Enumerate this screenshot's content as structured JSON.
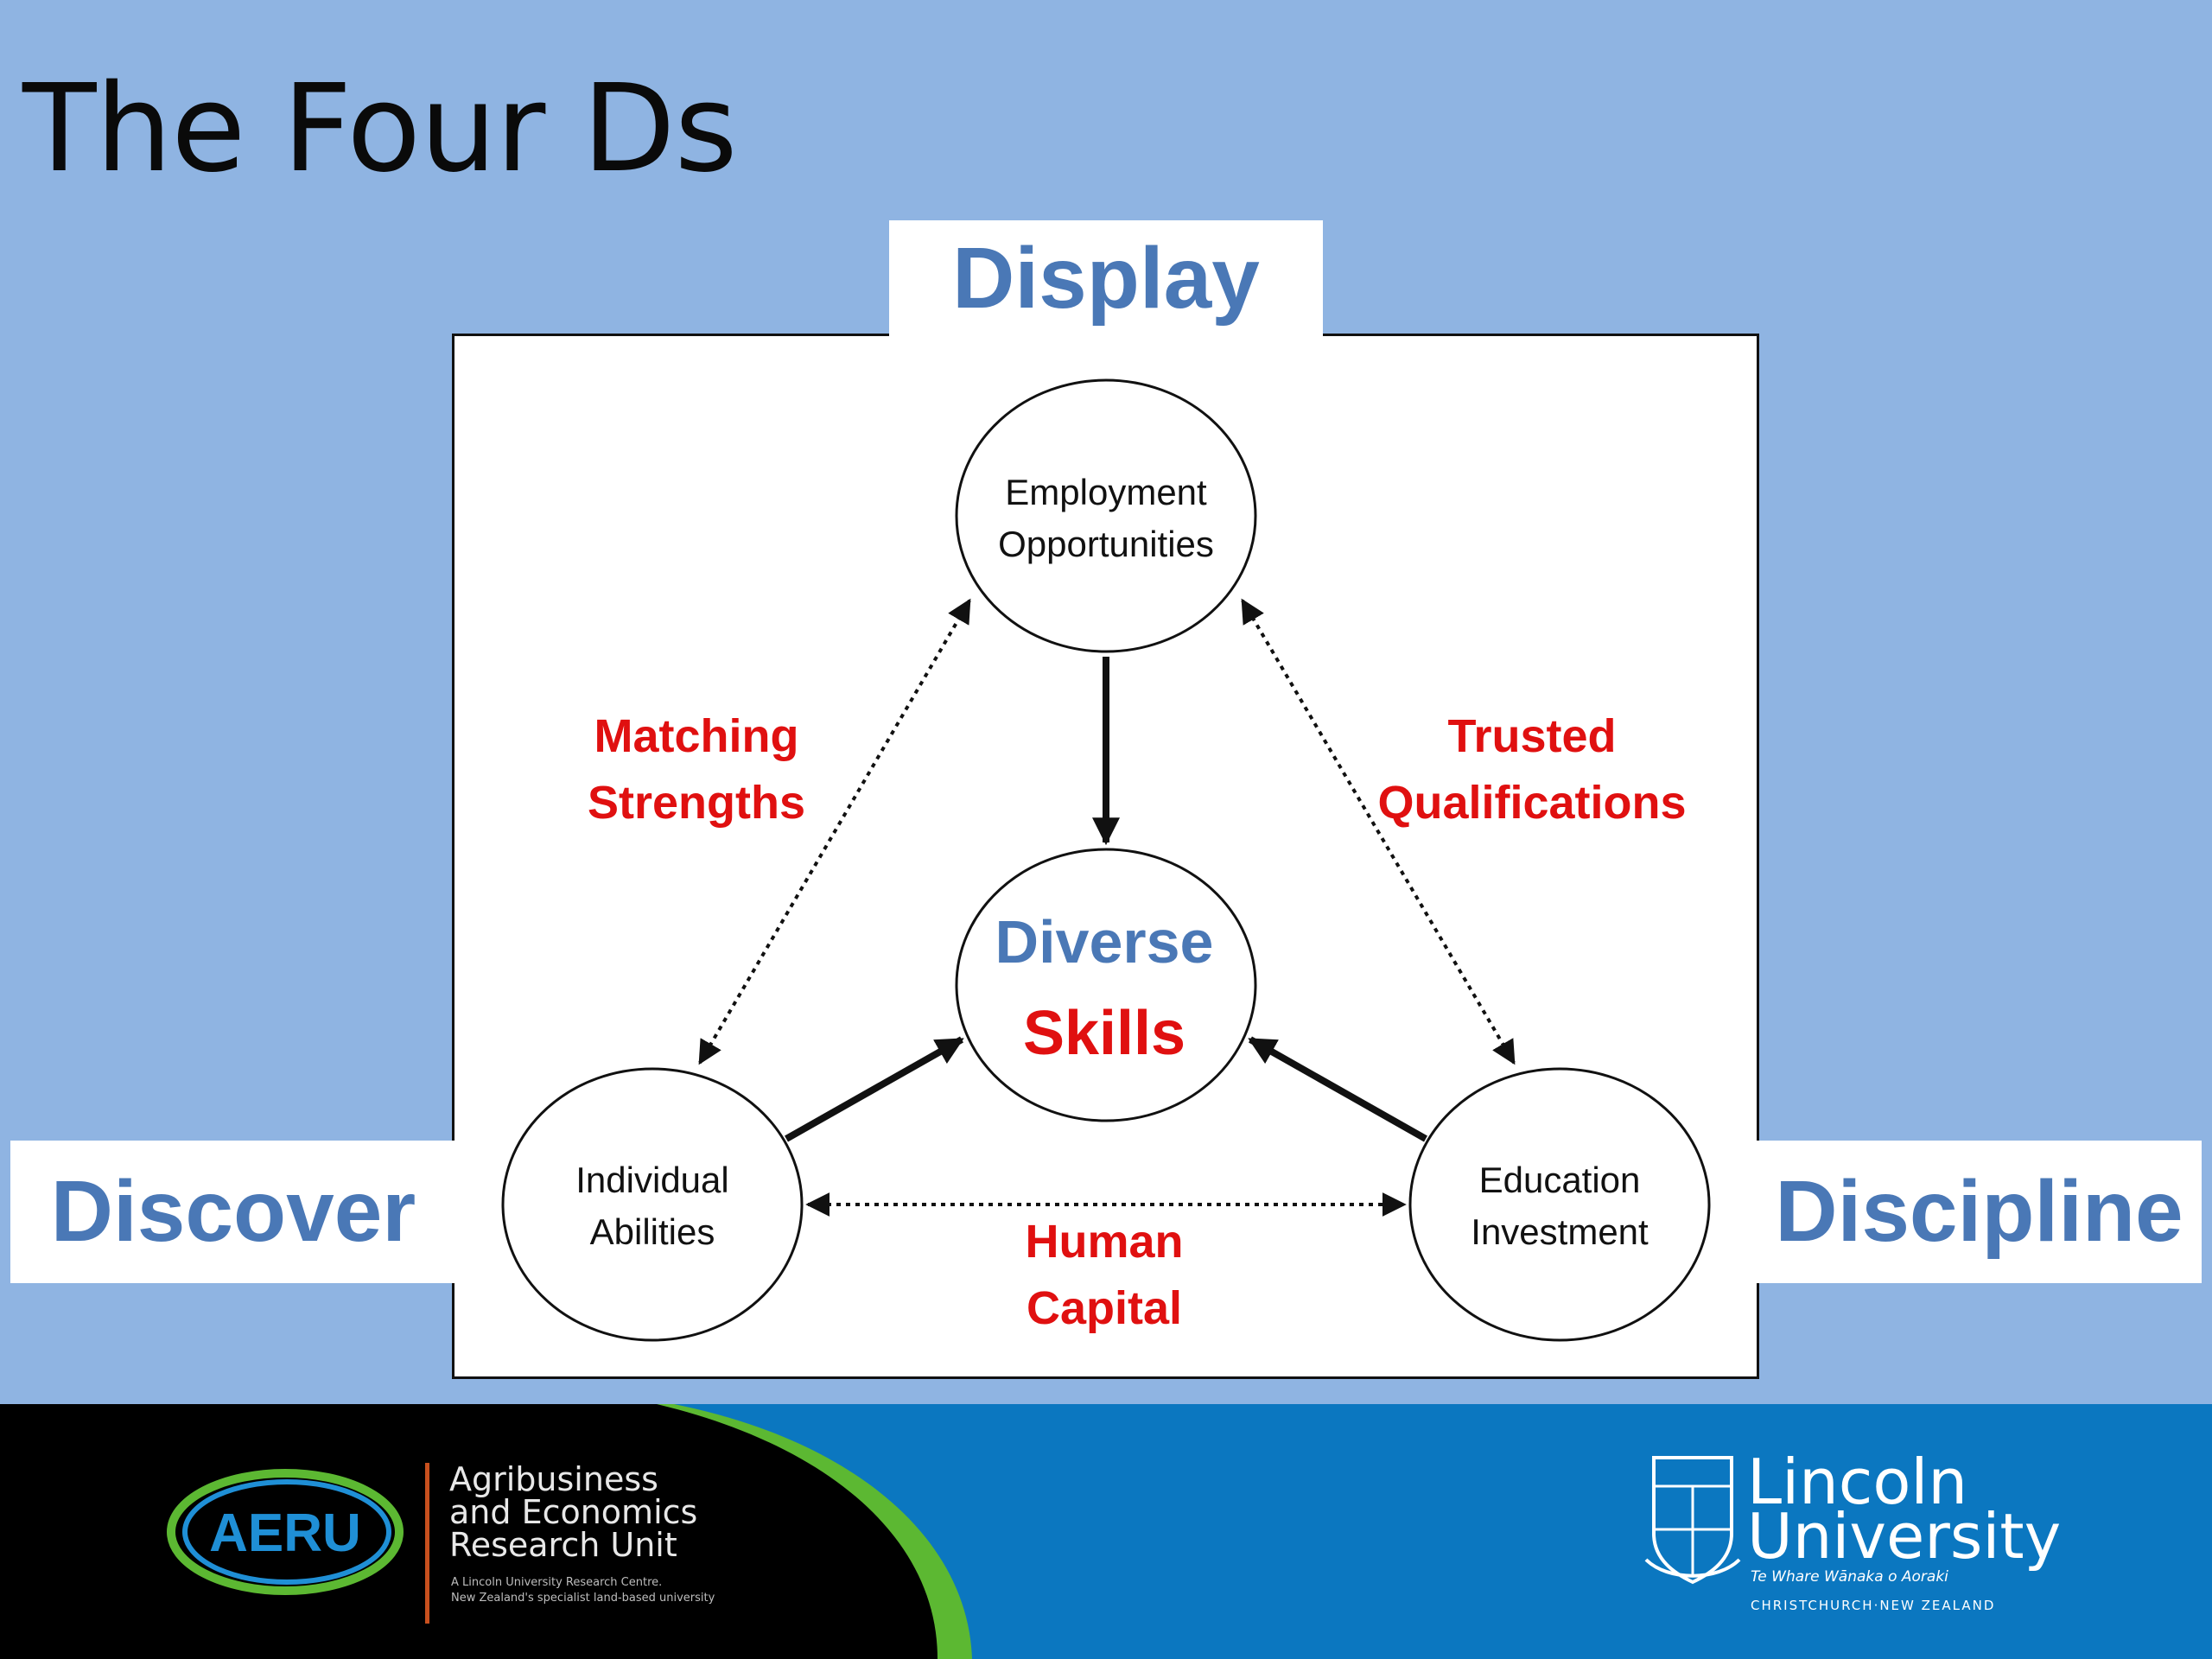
{
  "slide": {
    "title": "The Four Ds"
  },
  "tabs": {
    "display": "Display",
    "discover": "Discover",
    "discipline": "Discipline"
  },
  "nodes": {
    "employment": [
      "Employment",
      "Opportunities"
    ],
    "individual": [
      "Individual",
      "Abilities"
    ],
    "education": [
      "Education",
      "Investment"
    ],
    "center": [
      "Diverse",
      "Skills"
    ]
  },
  "relations": {
    "left": [
      "Matching",
      "Strengths"
    ],
    "right": [
      "Trusted",
      "Qualifications"
    ],
    "bottom": [
      "Human",
      "Capital"
    ]
  },
  "colors": {
    "background": "#8fb4e2",
    "accent_blue": "#4a78b6",
    "accent_red": "#e01010",
    "footer_blue": "#0b77c0",
    "footer_green": "#5cb832"
  },
  "footer": {
    "aeru": {
      "logo_text": "AERU",
      "lines": [
        "Agribusiness",
        "and Economics",
        "Research Unit"
      ],
      "small_lines": [
        "A Lincoln University Research Centre.",
        "New Zealand's specialist land-based university"
      ]
    },
    "lincoln": {
      "name_lines": [
        "Lincoln",
        "University"
      ],
      "motto": "Te Whare Wānaka o Aoraki",
      "place": "CHRISTCHURCH·NEW ZEALAND",
      "crest_icon": "university-crest-icon"
    }
  }
}
